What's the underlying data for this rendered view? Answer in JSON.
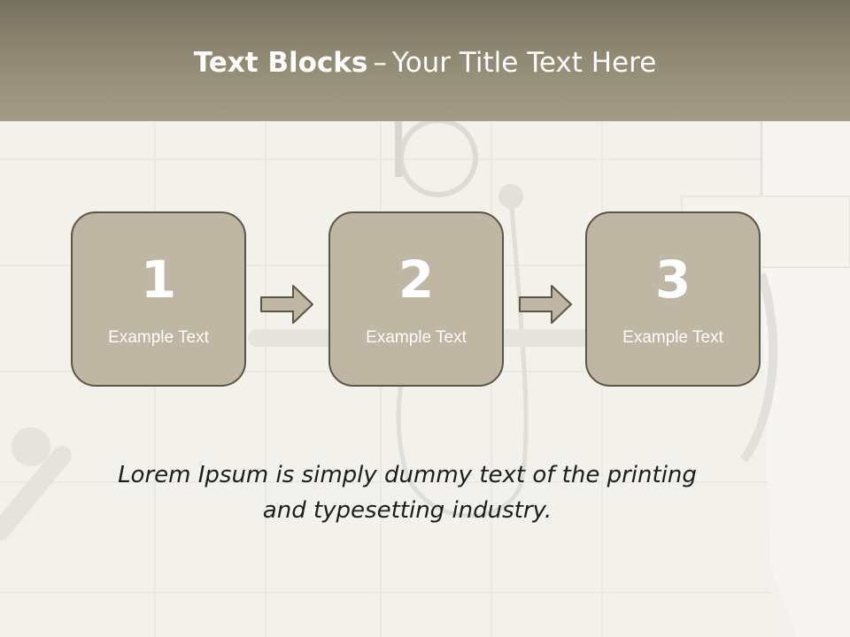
{
  "title": {
    "bold": "Text Blocks",
    "dash": "–",
    "rest": "Your Title Text Here"
  },
  "blocks": [
    {
      "number": "1",
      "label": "Example Text"
    },
    {
      "number": "2",
      "label": "Example Text"
    },
    {
      "number": "3",
      "label": "Example Text"
    }
  ],
  "caption": {
    "line1": "Lorem Ipsum is simply dummy text of the printing",
    "line2": "and typesetting industry."
  },
  "colors": {
    "title_bar": "#8f8873",
    "block_fill": "#bfb6a3",
    "block_border": "#5c5545",
    "arrow_fill": "#bfb6a3"
  }
}
